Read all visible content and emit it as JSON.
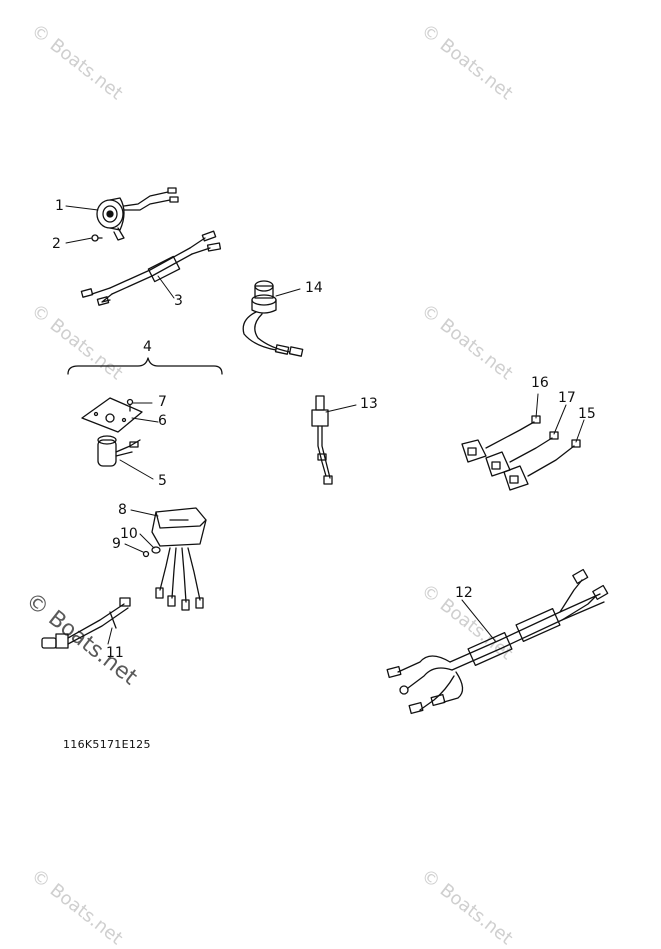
{
  "watermark": {
    "text": "© Boats.net"
  },
  "callouts": {
    "c1": "1",
    "c2": "2",
    "c3": "3",
    "c4": "4",
    "c5": "5",
    "c6": "6",
    "c7": "7",
    "c8": "8",
    "c9": "9",
    "c10": "10",
    "c11": "11",
    "c12": "12",
    "c13": "13",
    "c14": "14",
    "c15": "15",
    "c16": "16",
    "c17": "17"
  },
  "diagram_code": "116K5171E125"
}
